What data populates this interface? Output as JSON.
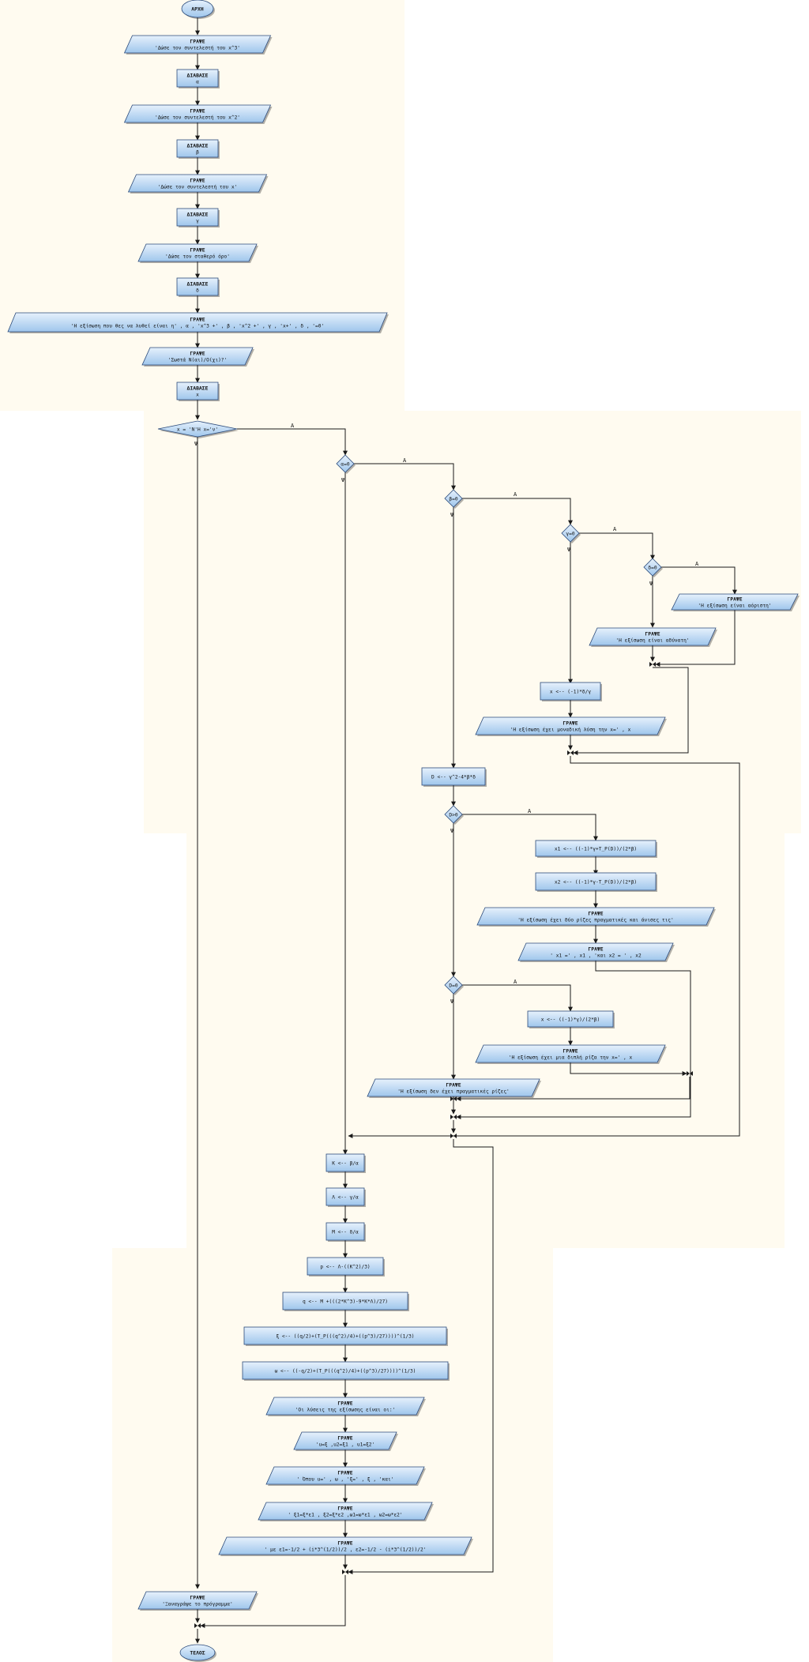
{
  "colors": {
    "background": "#fffbf0",
    "shape_fill_top": "#e6f1fc",
    "shape_fill_bottom": "#9fc6ec",
    "outline": "#2b4a7a",
    "line": "#1a1a1a"
  },
  "nodes": {
    "start": "ΑΡΧΗ",
    "w1": [
      "ΓΡΑΨΕ",
      "'Δώσε τον συντελεστή του x^3'"
    ],
    "r1": [
      "ΔΙΑΒΑΣΕ",
      "α"
    ],
    "w2": [
      "ΓΡΑΨΕ",
      "'Δώσε τον συντελεστή του x^2'"
    ],
    "r2": [
      "ΔΙΑΒΑΣΕ",
      "β"
    ],
    "w3": [
      "ΓΡΑΨΕ",
      "'Δώσε τον συντελεστή του x'"
    ],
    "r3": [
      "ΔΙΑΒΑΣΕ",
      "γ"
    ],
    "w4": [
      "ΓΡΑΨΕ",
      "'Δώσε τον σταθερό όρο'"
    ],
    "r4": [
      "ΔΙΑΒΑΣΕ",
      "δ"
    ],
    "w5": [
      "ΓΡΑΨΕ",
      "'Η εξίσωση που θες να λυθεί είναι η' , α , 'x^3 +' , β , 'x^2 +' , γ , 'x+' , δ , '=0'"
    ],
    "w6": [
      "ΓΡΑΨΕ",
      "'Σωστά Ν(αι)/Ο(χι)?'"
    ],
    "r5": [
      "ΔΙΑΒΑΣΕ",
      "x"
    ],
    "d1": "x = 'Ν'Η x='ν'",
    "d2": "α=0",
    "d3": "β=0",
    "d4": "γ=0",
    "d5": "δ=0",
    "w_ind": [
      "ΓΡΑΨΕ",
      "'Η εξίσωση είναι αόριστη'"
    ],
    "w_imp": [
      "ΓΡΑΨΕ",
      "'Η εξίσωση είναι αδύνατη'"
    ],
    "p_lin": "x <-- (-1)*δ/γ",
    "w_lin": [
      "ΓΡΑΨΕ",
      "'Η εξίσωση έχει μοναδική λύση την x=' , x"
    ],
    "p_D": "D <-- γ^2-4*β*δ",
    "d6": "D>0",
    "p_x1": "x1 <-- ((-1)*γ+T_P(D))/(2*β)",
    "p_x2": "x2 <-- ((-1)*γ-T_P(D))/(2*β)",
    "w_two1": [
      "ΓΡΑΨΕ",
      "'Η εξίσωση έχει δύο ρίζες πραγματικές και άνισες τις'"
    ],
    "w_two2": [
      "ΓΡΑΨΕ",
      "' x1 =' , x1 , 'και x2 = ' , x2"
    ],
    "d7": "D=0",
    "p_dbl": "x <-- ((-1)*γ)/(2*β)",
    "w_dbl": [
      "ΓΡΑΨΕ",
      "'Η εξίσωση έχει μια διπλή ρίζα την x=' , x"
    ],
    "w_none": [
      "ΓΡΑΨΕ",
      "'Η εξίσωση δεν έχει πραγματικές ρίζες'"
    ],
    "p_K": "K <-- β/α",
    "p_L": "Λ <-- γ/α",
    "p_M": "M <-- δ/α",
    "p_p": "p <-- Λ-((K^2)/3)",
    "p_q": "q <-- M +(((2*K^3)-9*K*Λ)/27)",
    "p_xi": "ξ <-- ((q/2)+(T_P(((q^2)/4)+((p^3)/27))))^(1/3)",
    "p_om": "ω <-- ((-q/2)+(T_P(((q^2)/4)+((p^3)/27))))^(1/3)",
    "w_c1": [
      "ΓΡΑΨΕ",
      "'Οι λύσεις της εξίσωσης είναι οι:'"
    ],
    "w_c2": [
      "ΓΡΑΨΕ",
      "'u=ξ ,u2=ξ1 , u1=ξ2'"
    ],
    "w_c3": [
      "ΓΡΑΨΕ",
      "' Όπου u=' , ω , 'ξ=' , ξ , 'και'"
    ],
    "w_c4": [
      "ΓΡΑΨΕ",
      "' ξ1=ξ*ε1 , ξ2=ξ*ε2 ,ω1=ω*ε1 , ω2=ω*ε2'"
    ],
    "w_c5": [
      "ΓΡΑΨΕ",
      "' με ε1=-1/2 + (i*3^(1/2))/2 , ε2=-1/2 - (i*3^(1/2))/2'"
    ],
    "w_again": [
      "ΓΡΑΨΕ",
      "'Ξαναγράψε το πρόγραμμα'"
    ],
    "end": "ΤΕΛΟΣ"
  },
  "edge_labels": {
    "yes": "Α",
    "no": "Ψ"
  }
}
